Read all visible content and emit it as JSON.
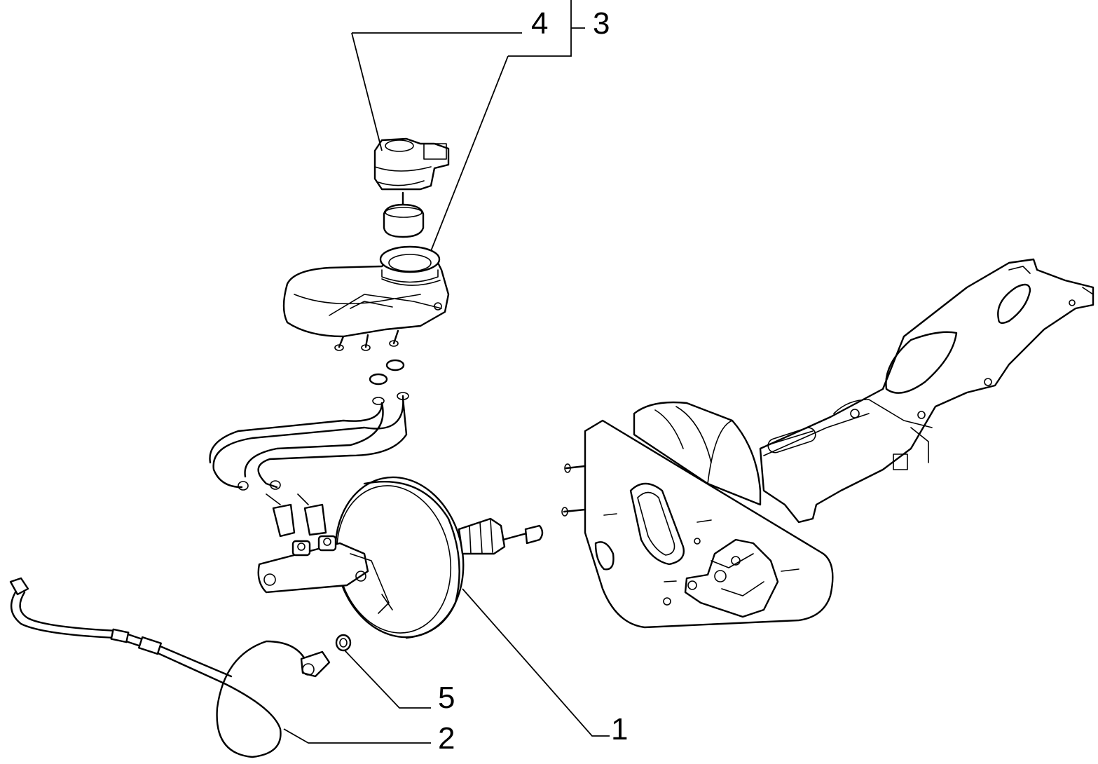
{
  "callouts": [
    {
      "id": "1",
      "text": "1"
    },
    {
      "id": "2",
      "text": "2"
    },
    {
      "id": "3",
      "text": "3"
    },
    {
      "id": "4",
      "text": "4"
    },
    {
      "id": "5",
      "text": "5"
    }
  ],
  "parts": {
    "brake_booster": "1",
    "vacuum_hose": "2",
    "fluid_reservoir_assembly": "3",
    "reservoir_cap_with_level_sensor": "4",
    "seal_ring": "5"
  }
}
